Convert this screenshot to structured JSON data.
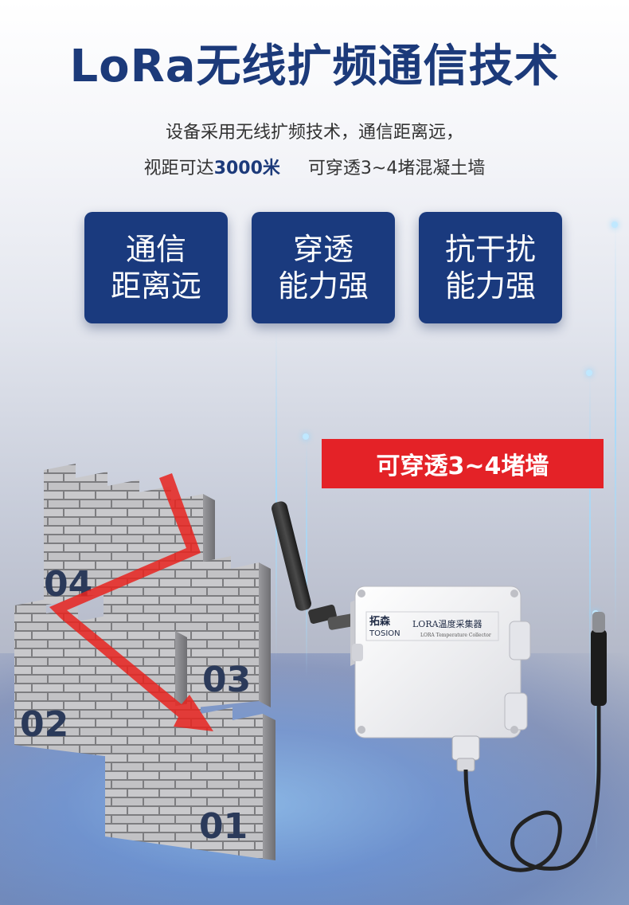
{
  "title": "LoRa无线扩频通信技术",
  "subtitle": {
    "line1": "设备采用无线扩频技术，通信距离远，",
    "line2_prefix": "视距可达",
    "line2_highlight": "3000米",
    "line2_suffix": "可穿透3~4堵混凝土墙"
  },
  "features": [
    {
      "line1": "通信",
      "line2": "距离远"
    },
    {
      "line1": "穿透",
      "line2": "能力强"
    },
    {
      "line1": "抗干扰",
      "line2": "能力强"
    }
  ],
  "badge": "可穿透3~4堵墙",
  "walls": {
    "w1": "01",
    "w2": "02",
    "w3": "03",
    "w4": "04"
  },
  "device": {
    "brand_cn": "拓森",
    "brand_en": "TOSION",
    "name": "LORA温度采集器",
    "name_en": "LORA Temperature Collector"
  },
  "colors": {
    "brand_blue": "#1a3a7e",
    "badge_red": "#e42227",
    "arrow_red": "#e8231f"
  }
}
